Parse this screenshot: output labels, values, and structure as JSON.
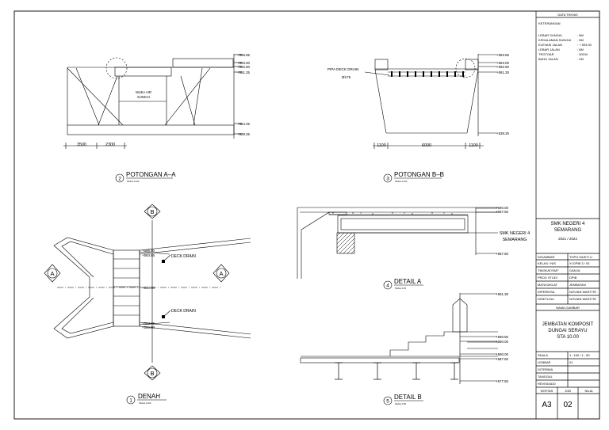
{
  "views": {
    "section_a": {
      "number": "2",
      "title": "POTONGAN A–A",
      "scale": "SKALA 1:100"
    },
    "section_b": {
      "number": "3",
      "title": "POTONGAN B–B",
      "scale": "SKALA 1:100"
    },
    "plan": {
      "number": "1",
      "title": "DENAH",
      "scale": "SKALA 1:100"
    },
    "detail_a": {
      "number": "4",
      "title": "DETAIL A",
      "scale": "SKALA 1:50"
    },
    "detail_b": {
      "number": "5",
      "title": "DETAIL B",
      "scale": "SKALA 1:50"
    }
  },
  "section_a": {
    "elevations": [
      "+595.65",
      "+593.00",
      "+592.50",
      "+591.25",
      "+584.25",
      "+539.25"
    ],
    "water_label": [
      "MUKA AIR",
      "SUNGAI"
    ],
    "dims": [
      "3500",
      "2300"
    ]
  },
  "section_b": {
    "elevations": [
      "+593.65",
      "+593.00",
      "+592.50",
      "+591.25",
      "+539.25"
    ],
    "drain_label": [
      "PIPA DECK DRAIN",
      "Ø175"
    ],
    "dims": [
      "1100",
      "6000",
      "1100"
    ]
  },
  "plan": {
    "markers": {
      "a": "A",
      "b": "B"
    },
    "elevations": [
      "+595.50",
      "+593.65",
      "+590.00",
      "+593.65",
      "+595.50"
    ],
    "deck_drain": "DECK DRAIN"
  },
  "detail_a": {
    "elevations": [
      "+590.00",
      "+587.50",
      "+587.50"
    ],
    "note": [
      "SMK NEGERI 4",
      "SEMARANG"
    ]
  },
  "detail_b": {
    "elevations": [
      "+591.30",
      "+590.50",
      "+590.00",
      "+590.00",
      "+587.50",
      "+577.50"
    ]
  },
  "title_block": {
    "data_heading": "DATA TEKNIS",
    "notes_label": "KETERANGAN",
    "tech": [
      {
        "label": "LEBAR SUNGAI",
        "value": ": 8M"
      },
      {
        "label": "KEDALAMAN SUNGAI",
        "value": ": 5M"
      },
      {
        "label": "ELEVASI JALAN",
        "value": ": + 593.00"
      },
      {
        "label": "LEBAR JALAN",
        "value": ": 6M"
      },
      {
        "label": "TROTOAR",
        "value": ": 50CM"
      },
      {
        "label": "BAHU JALAN",
        "value": ": 2M"
      }
    ],
    "school": "SMK NEGERI 4",
    "city": "SEMARANG",
    "year": "2021 / 2024",
    "info": [
      {
        "label": "DIGAMBAR",
        "value": "TOPO MUKTI U"
      },
      {
        "label": "KELAS / NIS",
        "value": "XI DPIB 3 / 03"
      },
      {
        "label": "TINGKAT/SMT",
        "value": "GANJIL"
      },
      {
        "label": "PROG STUDI",
        "value": "DPIB"
      },
      {
        "label": "MATA DIKLAT",
        "value": "JEMBATAN"
      },
      {
        "label": "DIPERIKSA",
        "value": "NOVIAN WASTITE"
      },
      {
        "label": "DISETUJUI",
        "value": "NOVIAN WASTITE"
      }
    ],
    "sheet_name_label": "NAMA GAMBAR",
    "drawing_title": [
      "JEMBATAN KOMPOSIT",
      "DUNGAI SERAYU",
      "STA 10.00"
    ],
    "bottom": [
      {
        "label": "SKALA",
        "value": "1 : 100 / 1 : 50"
      },
      {
        "label": "LEMBAR",
        "value": "01"
      },
      {
        "label": "DITERIMA",
        "value": ""
      },
      {
        "label": "TANGGAL",
        "value": ""
      },
      {
        "label": "REVISI/ADD",
        "value": ""
      }
    ],
    "paper_label": "KERTAS",
    "sheet_label": "JGB",
    "grade_label": "NILAI",
    "paper_size": "A3",
    "sheet_number": "02"
  }
}
